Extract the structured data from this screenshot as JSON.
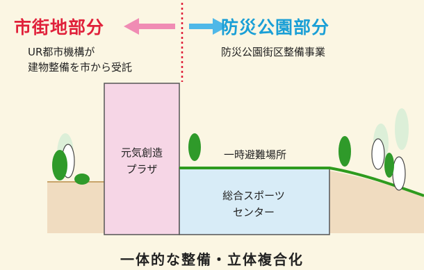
{
  "city_side": {
    "title": "市街地部分",
    "description_lines": [
      "UR都市機構が",
      "建物整備を市から受託"
    ]
  },
  "park_side": {
    "title": "防災公園部分",
    "description": "防災公園街区整備事業"
  },
  "buildings": {
    "genki_plaza_lines": [
      "元気創造",
      "プラザ"
    ],
    "sports_center_lines": [
      "総合スポーツ",
      "センター"
    ]
  },
  "evacuation_label": "一時避難場所",
  "caption": "一体的な整備・立体複合化",
  "colors": {
    "city_red": "#e0203a",
    "park_blue": "#1a9fd6",
    "arrow_pink": "#f08cb4",
    "arrow_blue": "#4fb8e8",
    "divider_red": "#e0203a",
    "plaza_fill": "#f6d6e6",
    "sports_fill": "#d8ecf7",
    "grass": "#2e9b1e",
    "ground": "#c8a46a",
    "tree_green": "#2f9a2a"
  }
}
